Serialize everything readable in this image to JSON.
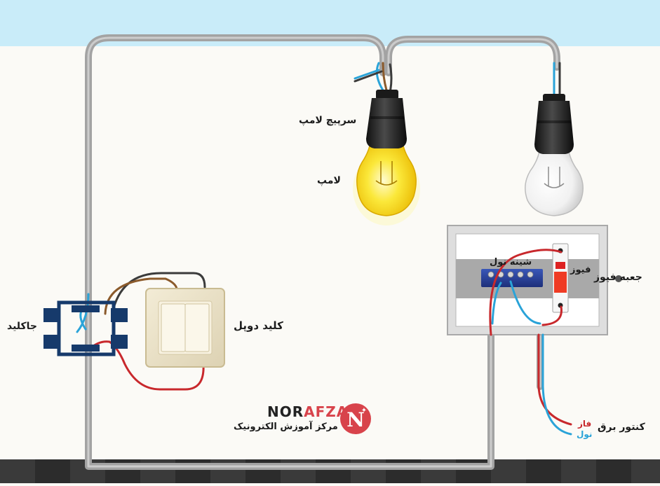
{
  "labels": {
    "lamp_socket": "سرپیچ لامپ",
    "lamp": "لامپ",
    "double_switch": "کلید دوپل",
    "switch_box": "جاکلید",
    "fuse_box": "جعبه فیوز",
    "neutral_bus": "شینه نول",
    "fuse": "فیوز",
    "meter": "کنتور برق",
    "phase": "فاز",
    "neutral": "نول"
  },
  "brand": {
    "name_part1": "NOR",
    "name_part2": "AFZA",
    "subtitle": "مرکز آموزش الکترونیک",
    "logo_letter": "N"
  },
  "colors": {
    "phase_wire": "#c8282c",
    "neutral_wire": "#2aa3d8",
    "switch_wire_1": "#3b3b3b",
    "switch_wire_2": "#8b5a2b",
    "conduit": "#9b9b9b",
    "sky": "#c9ecf9",
    "brand_red": "#d8434b",
    "lamp_on": "#f7d61c"
  }
}
